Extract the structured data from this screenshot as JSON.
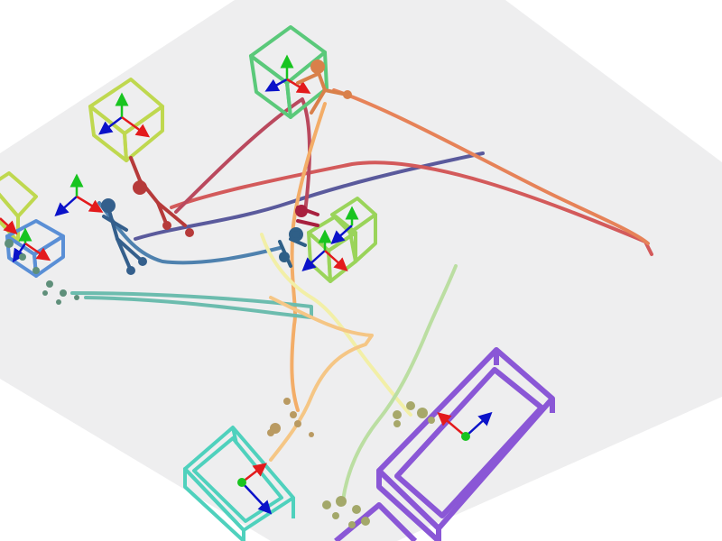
{
  "scene": {
    "background": "#ffffff",
    "floor_color": "#eeeeef",
    "objects": [
      {
        "id": "box-green-top",
        "color": "#5ac97a"
      },
      {
        "id": "box-lime-upper-left",
        "color": "#bfd84f"
      },
      {
        "id": "box-lime-left-edge",
        "color": "#bfd84f"
      },
      {
        "id": "box-blue-left",
        "color": "#5a8fd6"
      },
      {
        "id": "box-lime-center-pair",
        "color": "#9ad45a"
      },
      {
        "id": "box-teal-bottom",
        "color": "#4fd1bd"
      },
      {
        "id": "box-purple-large",
        "color": "#8a57d6"
      }
    ],
    "trajectories": [
      {
        "id": "trajectory-navy",
        "color": "#4b4a94"
      },
      {
        "id": "trajectory-crimson",
        "color": "#b5384f"
      },
      {
        "id": "trajectory-red",
        "color": "#d14b4b"
      },
      {
        "id": "trajectory-orange",
        "color": "#e67748"
      },
      {
        "id": "trajectory-light-orange",
        "color": "#f4a65a"
      },
      {
        "id": "trajectory-steel-blue",
        "color": "#3d76a8"
      },
      {
        "id": "trajectory-teal",
        "color": "#5fb7a8"
      },
      {
        "id": "trajectory-light-yellow",
        "color": "#f3f0a0"
      },
      {
        "id": "trajectory-pale-green",
        "color": "#b6dd9a"
      },
      {
        "id": "trajectory-peach",
        "color": "#f6c27a"
      }
    ],
    "axis_colors": {
      "x": "#e31a1c",
      "y": "#18c41f",
      "z": "#0b12c9"
    }
  }
}
